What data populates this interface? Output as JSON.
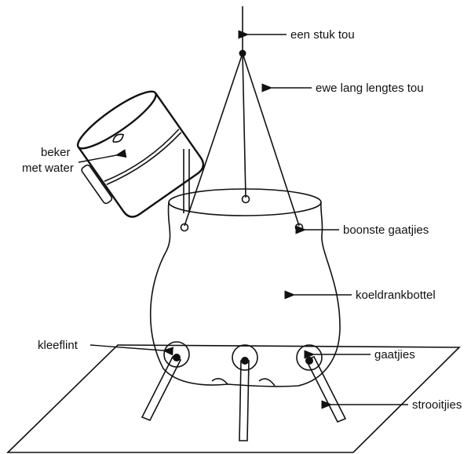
{
  "labels": {
    "string": "een stuk tou",
    "equal_strings": "ewe lang lengtes tou",
    "cup_line1": "beker",
    "cup_line2": "met water",
    "top_holes": "boonste gaatjies",
    "bottle": "koeldrankbottel",
    "putty": "kleeflint",
    "holes": "gaatjies",
    "straws": "strooitjies"
  }
}
